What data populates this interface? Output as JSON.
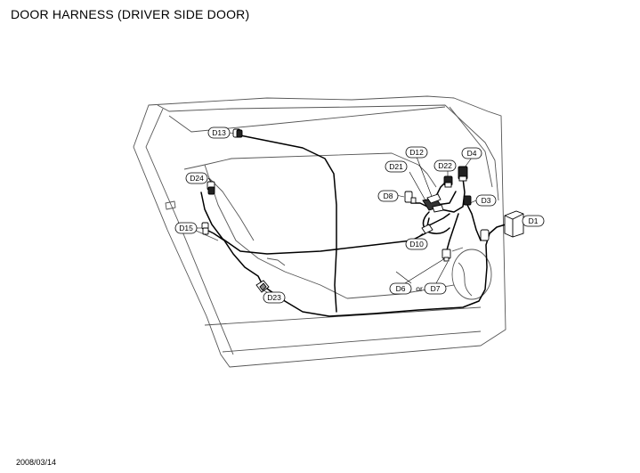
{
  "title": "DOOR HARNESS (DRIVER SIDE DOOR)",
  "date": "2008/03/14",
  "or_text": "or",
  "connectors": [
    "D13",
    "D24",
    "D15",
    "D23",
    "D21",
    "D12",
    "D22",
    "D4",
    "D8",
    "D3",
    "D1",
    "D10",
    "D6",
    "D7"
  ]
}
